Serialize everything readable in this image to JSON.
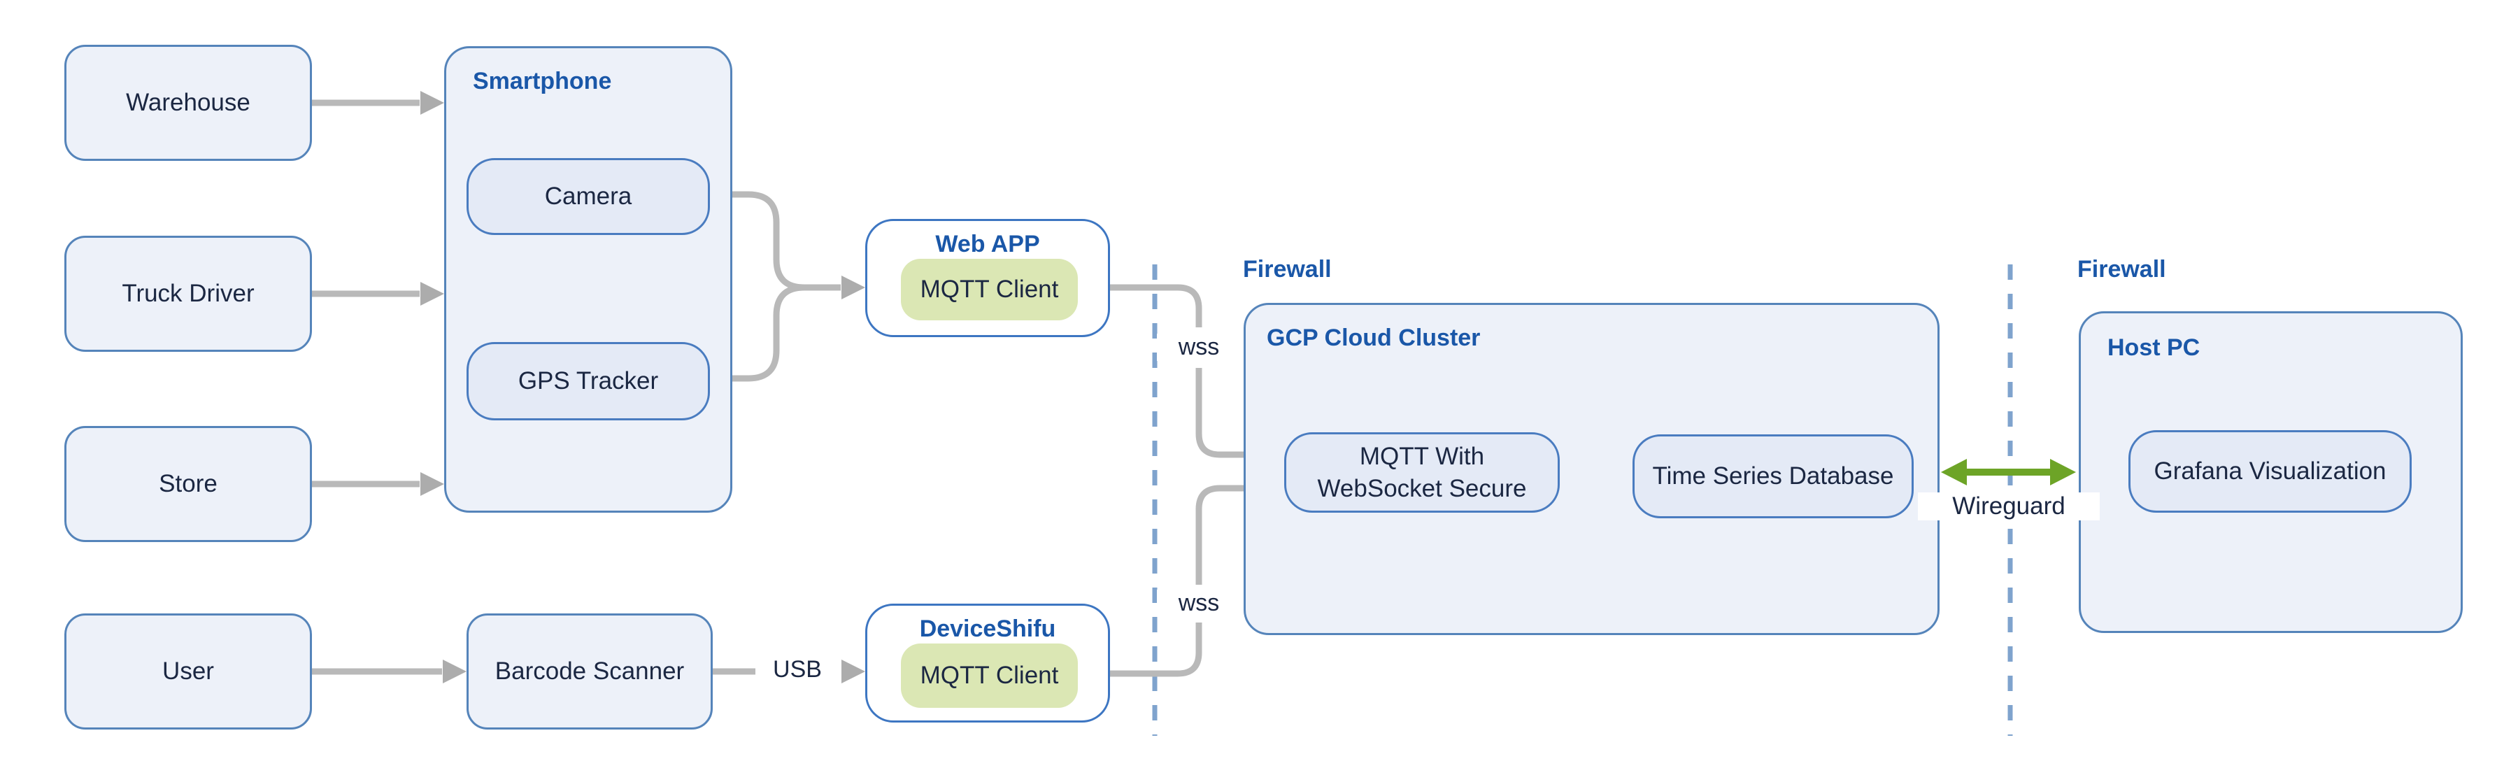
{
  "diagram": {
    "sources": [
      {
        "label": "Warehouse"
      },
      {
        "label": "Truck Driver"
      },
      {
        "label": "Store"
      },
      {
        "label": "User"
      }
    ],
    "smartphone": {
      "title": "Smartphone",
      "camera": "Camera",
      "gps": "GPS Tracker"
    },
    "barcode_scanner": {
      "label": "Barcode Scanner"
    },
    "web_app": {
      "title": "Web APP",
      "client": "MQTT Client"
    },
    "device_shifu": {
      "title": "DeviceShifu",
      "client": "MQTT Client"
    },
    "gcp": {
      "title": "GCP Cloud Cluster",
      "mqtt_broker": "MQTT With WebSocket Secure",
      "tsdb": "Time Series Database"
    },
    "host_pc": {
      "title": "Host PC",
      "grafana": "Grafana Visualization"
    },
    "labels": {
      "usb": "USB",
      "wss_top": "wss",
      "wss_bottom": "wss",
      "firewall_left": "Firewall",
      "firewall_right": "Firewall",
      "wireguard": "Wireguard"
    },
    "colors": {
      "container_fill": "#edf1f9",
      "container_border": "#5584ba",
      "inner_box_fill": "#e4eaf6",
      "inner_box_border": "#4a7cc0",
      "white_box_border": "#3d76c2",
      "green_box_fill": "#dbe7b4",
      "title_blue": "#1a57a8",
      "text_navy": "#1b2742",
      "connector_gray": "#b9b9b9",
      "firewall_dash_blue": "#7fa3cd",
      "wireguard_green": "#6da427"
    }
  }
}
